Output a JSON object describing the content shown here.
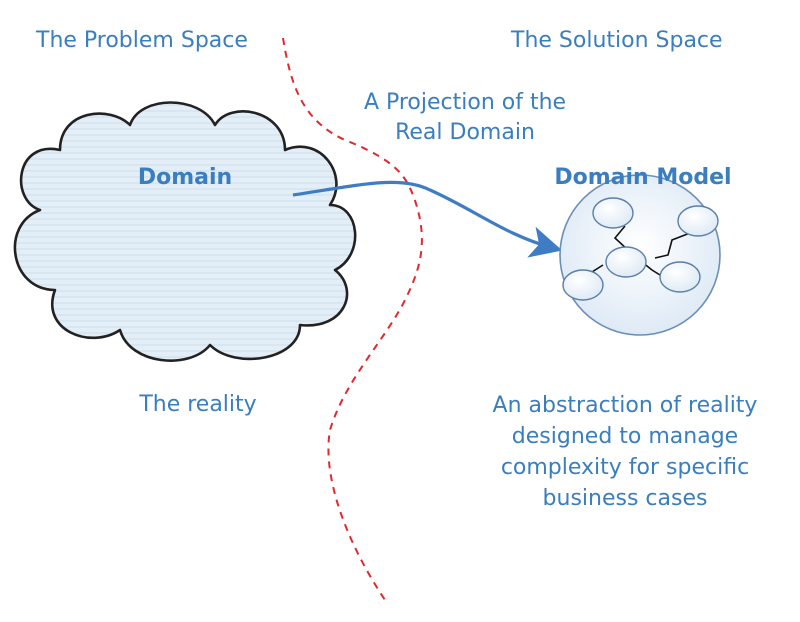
{
  "labels": {
    "problem_space": "The Problem Space",
    "solution_space": "The Solution Space",
    "projection_line1": "A Projection of the",
    "projection_line2": "Real Domain",
    "domain": "Domain",
    "domain_model": "Domain Model",
    "reality": "The reality",
    "abstraction_line1": "An abstraction of reality",
    "abstraction_line2": "designed to manage",
    "abstraction_line3": "complexity for specific",
    "abstraction_line4": "business cases"
  },
  "colors": {
    "text": "#3a7ebf",
    "arrow": "#3f7cc4",
    "divider": "#e0292f",
    "cloud_fill": "#e2edf6",
    "cloud_stroke": "#222222",
    "model_fill": "#e8f1f9",
    "model_stroke": "#6c8fb8"
  }
}
